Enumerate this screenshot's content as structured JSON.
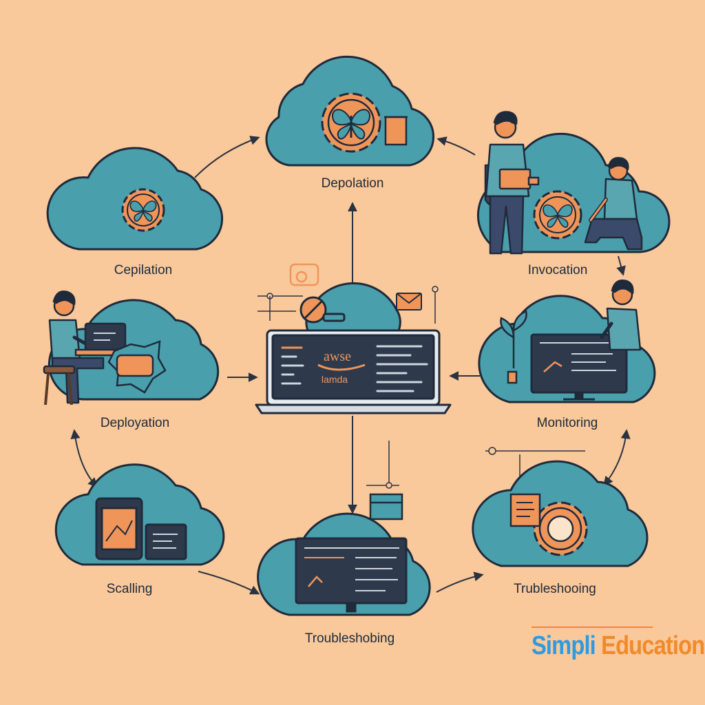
{
  "colors": {
    "background": "#f9c89b",
    "cloud_fill": "#4a9fac",
    "outline": "#1f2a3a",
    "accent_orange": "#f0955a",
    "screen_dark": "#2e3a4c",
    "shirt_teal": "#5aa6b0",
    "brand_blue": "#2e9be0",
    "brand_orange": "#f08a2b"
  },
  "labels": {
    "top": "Depolation",
    "upper_left": "Cepilation",
    "upper_right": "Invocation",
    "middle_left": "Deployation",
    "middle_right": "Monitoring",
    "lower_left": "Scalling",
    "bottom": "Troubleshobing",
    "lower_right": "Trubleshooing"
  },
  "center": {
    "logo_line1": "awse",
    "logo_line2": "lamda"
  },
  "brand": {
    "part1": "Simpli",
    "part2": "Education"
  },
  "icons": {
    "cloud": "cloud-icon",
    "gear": "gear-icon",
    "butterfly": "butterfly-icon",
    "laptop": "laptop-icon",
    "monitor": "monitor-icon",
    "person": "person-icon",
    "plant": "plant-icon",
    "arrow": "arrow-icon"
  }
}
